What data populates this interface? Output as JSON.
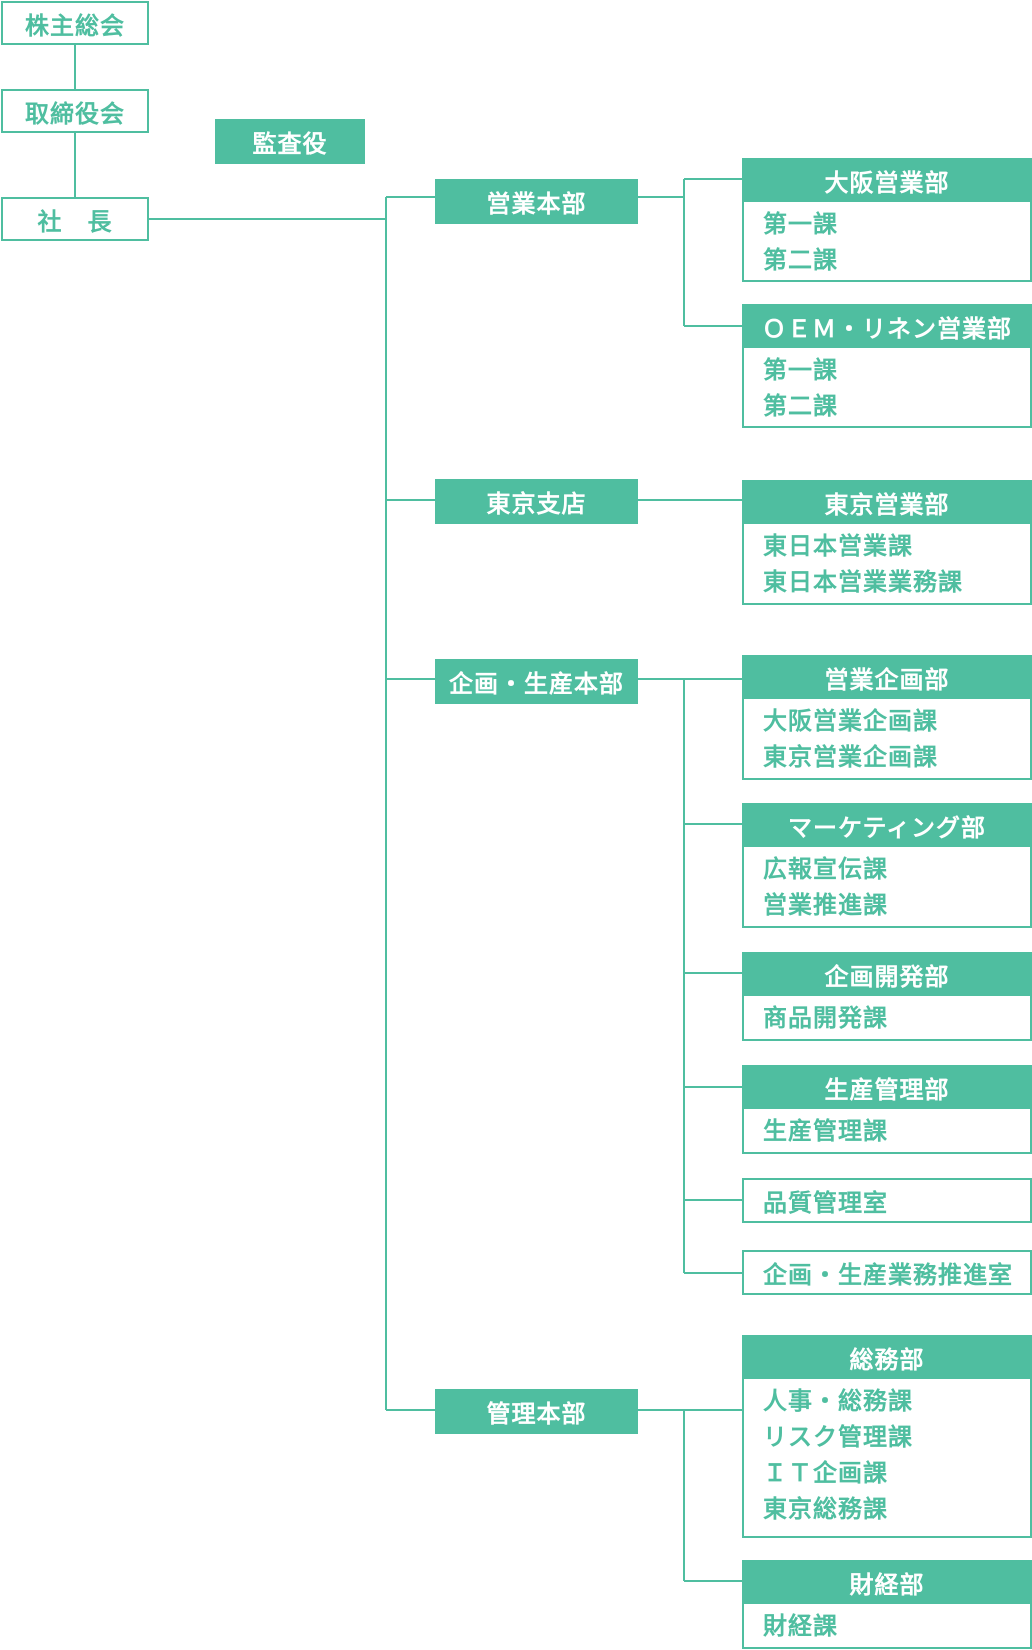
{
  "colors": {
    "accent": "#4fbea0"
  },
  "top": {
    "shareholders": "株主総会",
    "board": "取締役会",
    "president": "社　長",
    "auditor": "監査役"
  },
  "divisions": {
    "sales_hq": "営業本部",
    "tokyo_branch": "東京支店",
    "planning_production_hq": "企画・生産本部",
    "admin_hq": "管理本部"
  },
  "departments": {
    "osaka_sales": {
      "name": "大阪営業部",
      "sections": [
        "第一課",
        "第二課"
      ]
    },
    "oem_linen": {
      "name": "ＯＥＭ・リネン営業部",
      "sections": [
        "第一課",
        "第二課"
      ]
    },
    "tokyo_sales": {
      "name": "東京営業部",
      "sections": [
        "東日本営業課",
        "東日本営業業務課"
      ]
    },
    "sales_planning": {
      "name": "営業企画部",
      "sections": [
        "大阪営業企画課",
        "東京営業企画課"
      ]
    },
    "marketing": {
      "name": "マーケティング部",
      "sections": [
        "広報宣伝課",
        "営業推進課"
      ]
    },
    "product_dev": {
      "name": "企画開発部",
      "sections": [
        "商品開発課"
      ]
    },
    "production_mgmt": {
      "name": "生産管理部",
      "sections": [
        "生産管理課"
      ]
    },
    "general_affairs": {
      "name": "総務部",
      "sections": [
        "人事・総務課",
        "リスク管理課",
        "ＩＴ企画課",
        "東京総務課"
      ]
    },
    "finance": {
      "name": "財経部",
      "sections": [
        "財経課"
      ]
    }
  },
  "offices": {
    "quality": "品質管理室",
    "planning_ops": "企画・生産業務推進室"
  }
}
